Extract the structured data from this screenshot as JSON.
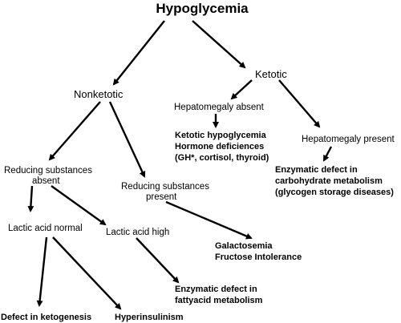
{
  "diagram": {
    "title": "Hypoglycemia",
    "nodes": {
      "nonketotic": "Nonketotic",
      "ketotic": "Ketotic",
      "hepatomegaly_absent": "Hepatomegaly absent",
      "ketotic_result": [
        "Ketotic hypoglycemia",
        "Hormone deficiences",
        "(GH*, cortisol, thyroid)"
      ],
      "hepatomegaly_present": "Hepatomegaly present",
      "enzymatic_carb": [
        "Enzymatic defect in",
        "carbohydrate metabolism",
        "(glycogen storage diseases)"
      ],
      "reducing_absent": [
        "Reducing substances",
        "absent"
      ],
      "reducing_present": [
        "Reducing substances",
        "present"
      ],
      "lactic_normal": "Lactic acid normal",
      "lactic_high": "Lactic acid high",
      "galactosemia": [
        "Galactosemia",
        "Fructose Intolerance"
      ],
      "enzymatic_fatty": [
        "Enzymatic defect in",
        "fattyacid metabolism"
      ],
      "defect_ketogenesis": "Defect in ketogenesis",
      "hyperinsulinism": "Hyperinsulinism"
    }
  }
}
